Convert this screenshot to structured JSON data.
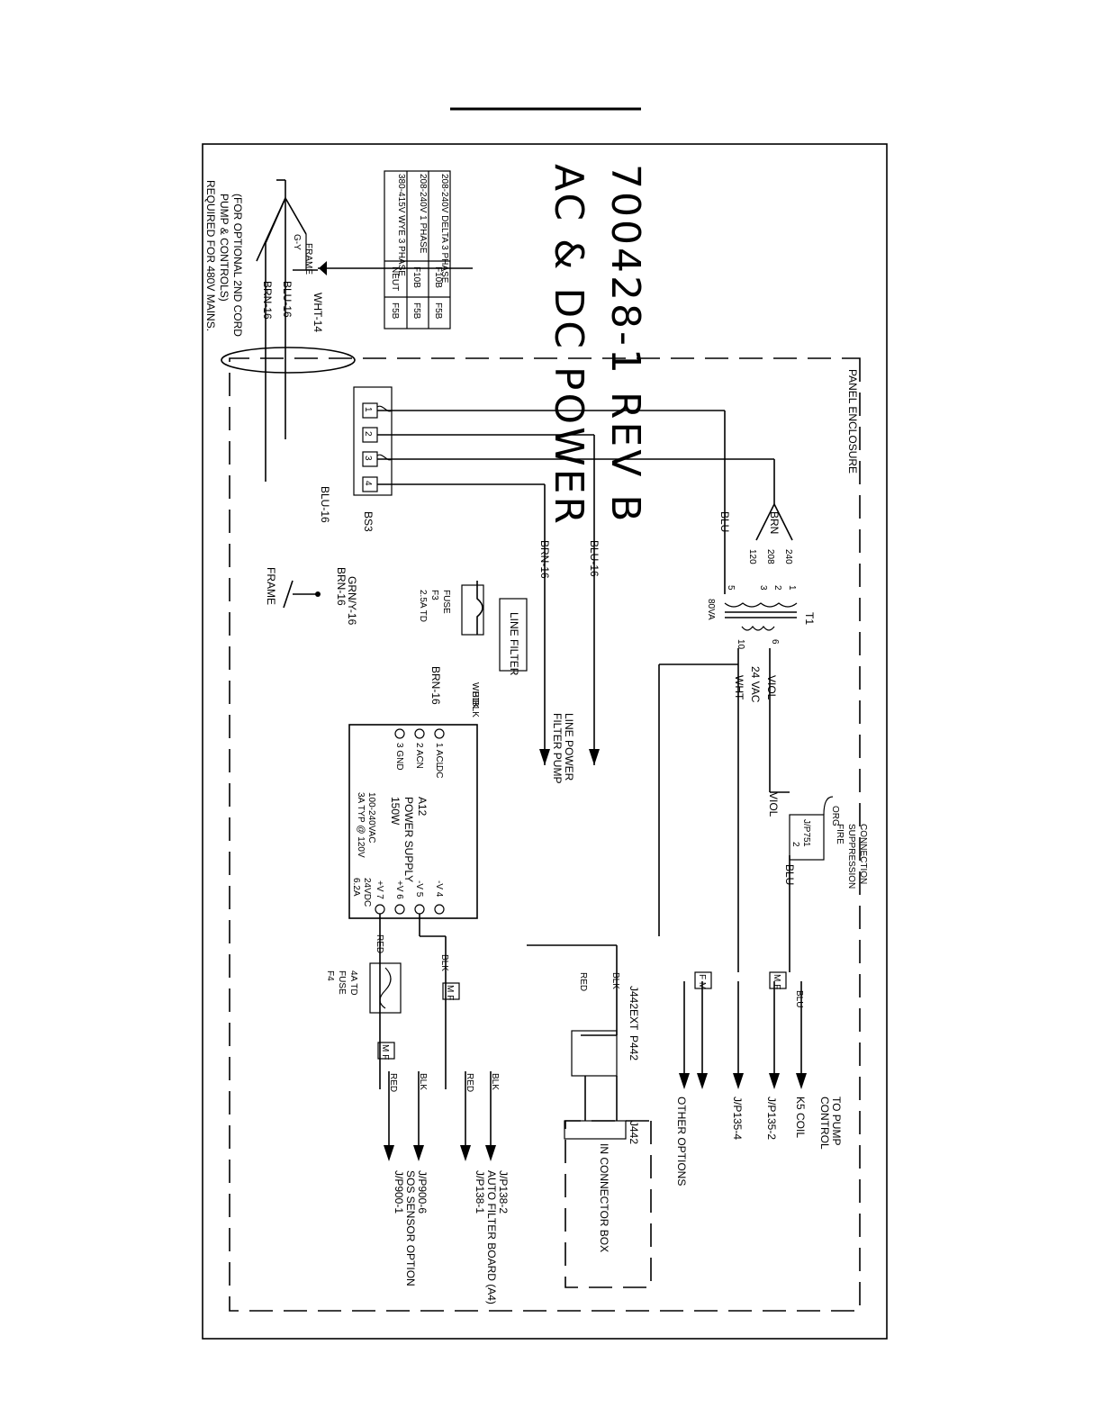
{
  "title": {
    "line1": "AC & DC POWER",
    "line2": "700428-1 REV B"
  },
  "panel_enclosure": "PANEL ENCLOSURE",
  "phase_table": {
    "rows": [
      {
        "config": "208-240V DELTA 3 PHASE",
        "c2": "F10B",
        "c3": "F5B"
      },
      {
        "config": "208-240V 1 PHASE",
        "c2": "F10B",
        "c3": "F5B"
      },
      {
        "config": "380-415V WYE 3 PHASE",
        "c2": "NEUT",
        "c3": "F5B"
      }
    ]
  },
  "cord": {
    "g_y": "G-Y",
    "frame": "FRAME",
    "wht14": "WHT-14",
    "blu16": "BLU-16",
    "brn16": "BRN-16",
    "note_line1": "(FOR OPTIONAL 2ND CORD",
    "note_line2": "PUMP & CONTROLS)",
    "note_line3": "REQUIRED FOR 480V MAINS."
  },
  "bs3": {
    "name": "BS3",
    "pins": [
      "1",
      "2",
      "3",
      "4"
    ]
  },
  "wires": {
    "blu": "BLU",
    "brn": "BRN",
    "brn16": "BRN-16",
    "blu16": "BLU-16",
    "grn_y16": "GRN/Y-16",
    "wht": "WHT",
    "blk": "BLK",
    "red": "RED",
    "viol": "VIOL"
  },
  "filter_pump": {
    "line1": "FILTER PUMP",
    "line2": "LINE POWER"
  },
  "frame_ground": "FRAME",
  "fuse_f3": {
    "l1": "FUSE",
    "l2": "F3",
    "l3": "2.5A TD"
  },
  "line_filter": "LINE FILTER",
  "transformer": {
    "name": "T1",
    "va": "80VA",
    "taps": [
      "240",
      "208",
      "120"
    ],
    "pins": [
      "1",
      "2",
      "3",
      "5",
      "10",
      "6"
    ],
    "secondary": "24 VAC"
  },
  "power_supply": {
    "pin1": "1  ACL",
    "pin2": "2  ACN",
    "pin3": "3  GND",
    "dc": "DC",
    "ac_in1": "100-240VAC",
    "ac_in2": "3A TYP @ 120V",
    "name1": "A12",
    "name2": "POWER SUPPLY",
    "name3": "150W",
    "out1": "24VDC",
    "out2": "6.2A",
    "pin4": "-V  4",
    "pin5": "-V  5",
    "pin6": "+V  6",
    "pin7": "+V  7"
  },
  "fire_suppression": {
    "conn": "J/P75",
    "org": "ORG",
    "l1": "FIRE",
    "l2": "SUPPRESSION",
    "l3": "CONNECTION",
    "pins": [
      "1",
      "2"
    ]
  },
  "fuse_f4": {
    "l1": "4A TD",
    "l2": "FUSE",
    "l3": "F4"
  },
  "connectors": {
    "j442ext": "J442EXT",
    "p442": "P442",
    "j442": "J442",
    "in_connector_box": "IN CONNECTOR BOX",
    "mf": "M F",
    "fm": "F M"
  },
  "outputs": {
    "other_options": "OTHER OPTIONS",
    "jp135_4": "J/P135-4",
    "jp135_2": "J/P135-2",
    "k5_coil": "K5 COIL",
    "to_pump1": "TO PUMP",
    "to_pump2": "CONTROL",
    "jp138_2": "J/P138-2",
    "auto_filter": "AUTO FILTER BOARD (A4)",
    "jp138_1": "J/P138-1",
    "jp900_6": "J/P900-6",
    "sos": "SOS SENSOR OPTION",
    "jp900_1": "J/P900-1"
  }
}
